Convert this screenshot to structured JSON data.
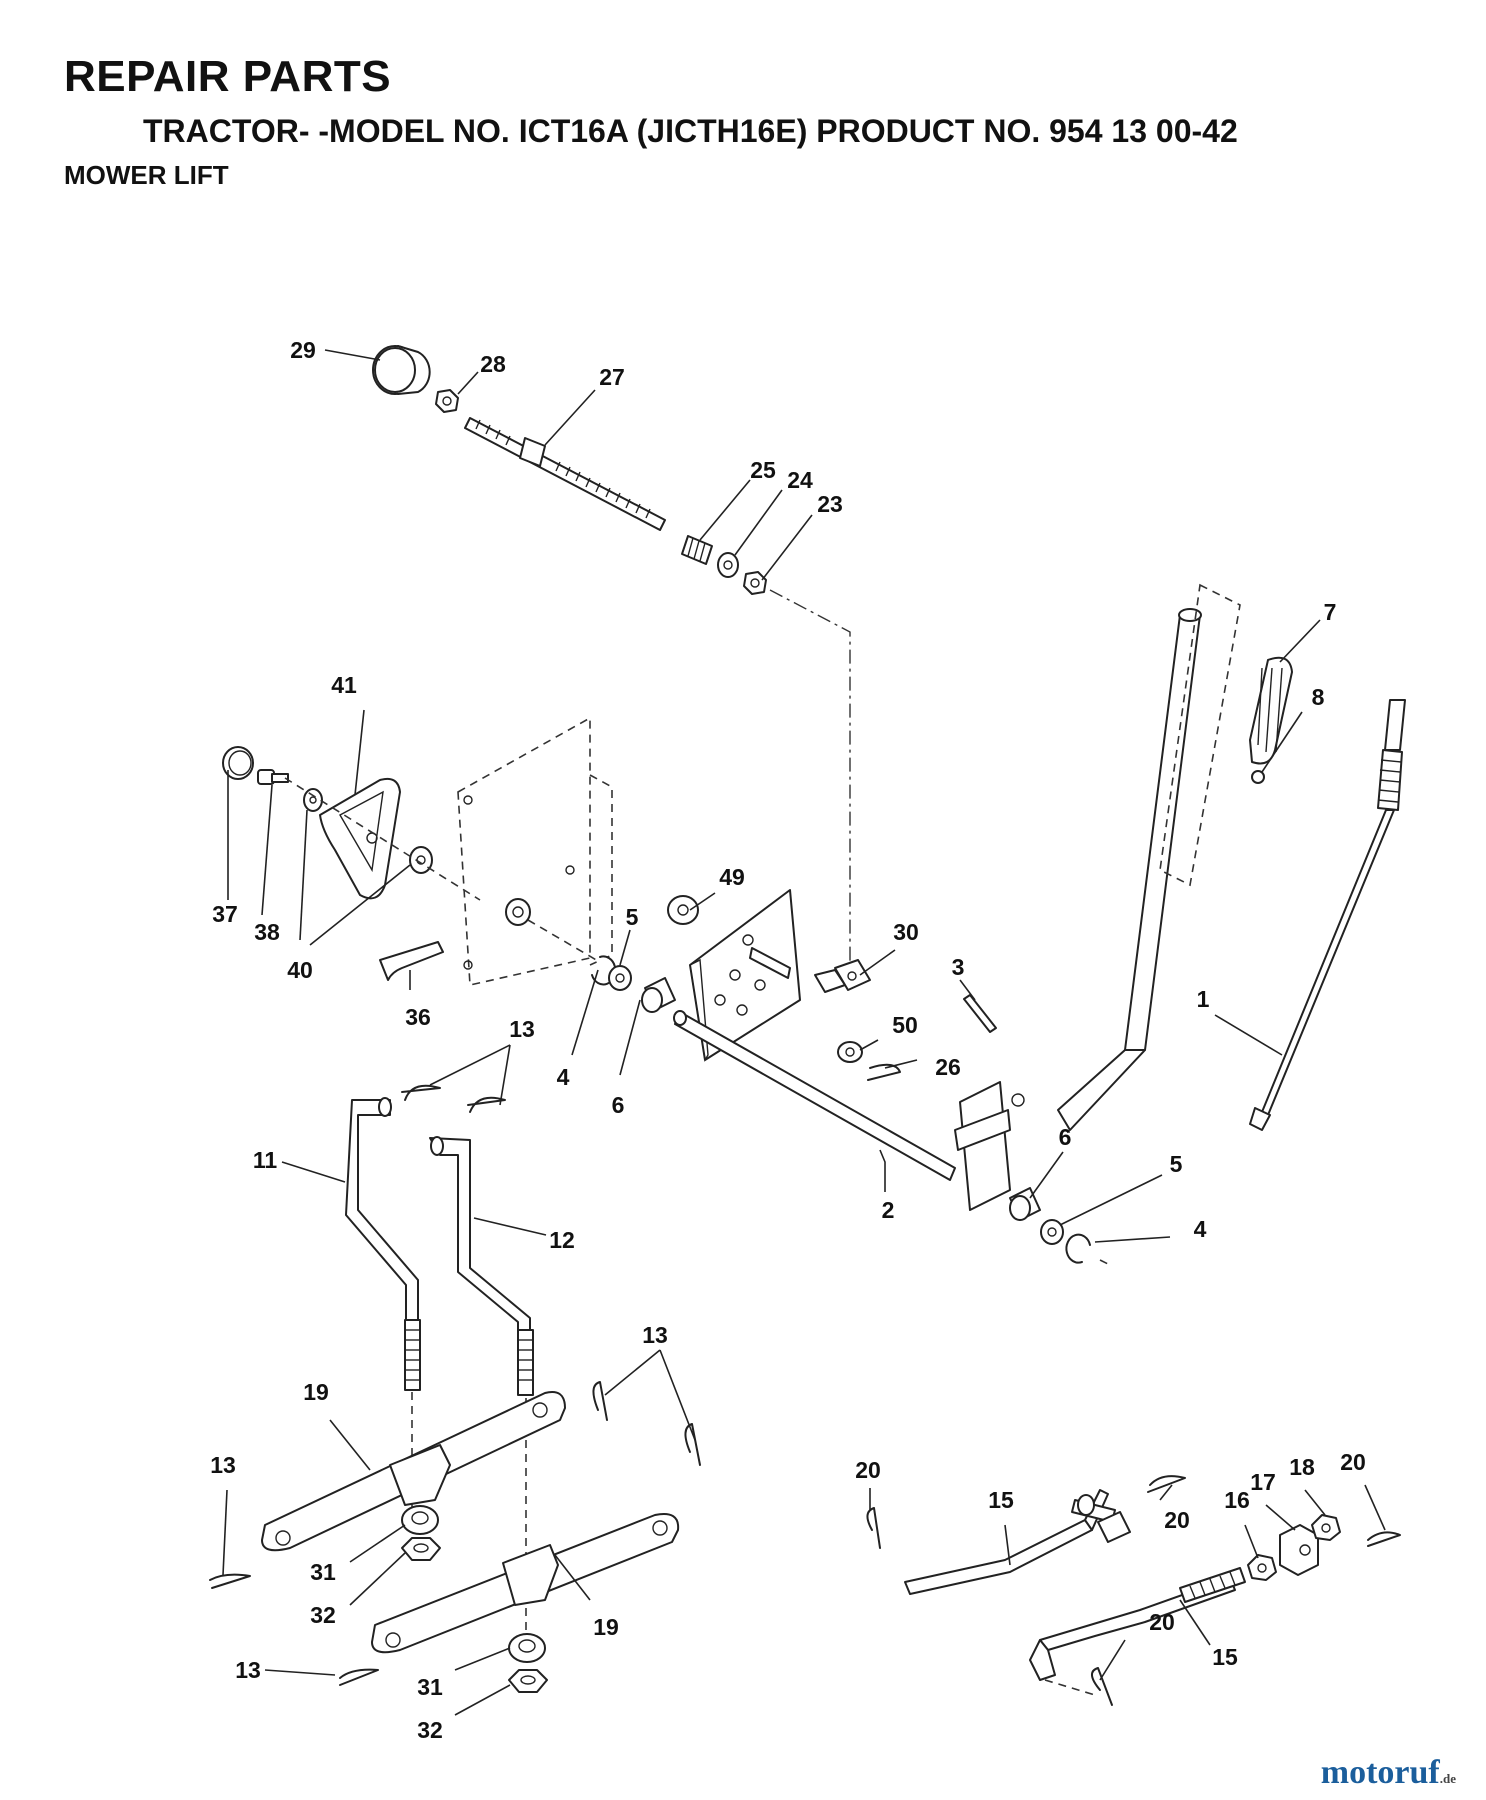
{
  "header": {
    "title": "REPAIR PARTS",
    "subtitle": "TRACTOR- -MODEL NO. ICT16A (JICTH16E) PRODUCT NO. 954 13 00-42",
    "section": "MOWER LIFT"
  },
  "watermark": {
    "brand": "motoruf",
    "tld": ".de",
    "color": "#1b5e9c"
  },
  "callouts": [
    "29",
    "28",
    "27",
    "25",
    "24",
    "23",
    "7",
    "8",
    "41",
    "49",
    "37",
    "38",
    "40",
    "5",
    "30",
    "3",
    "36",
    "4",
    "6",
    "50",
    "26",
    "1",
    "13",
    "11",
    "12",
    "2",
    "6",
    "5",
    "4",
    "13",
    "19",
    "13",
    "20",
    "15",
    "20",
    "17",
    "18",
    "20",
    "16",
    "31",
    "32",
    "19",
    "20",
    "15",
    "13",
    "31",
    "32"
  ]
}
